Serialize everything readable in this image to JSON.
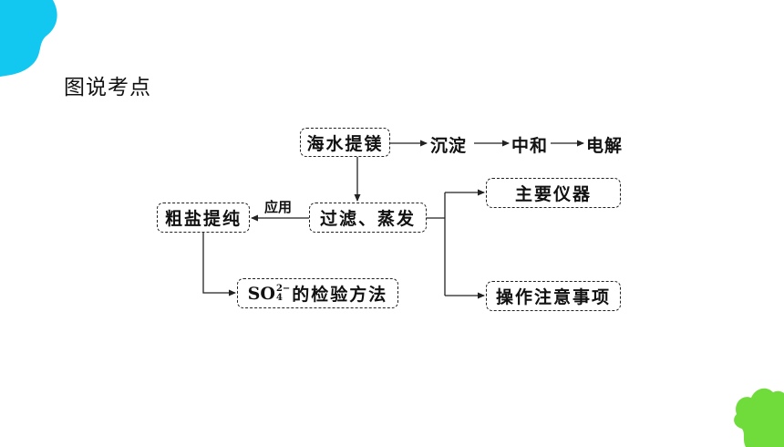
{
  "title": "图说考点",
  "nodes": {
    "haishui": "海水提镁",
    "chendian": "沉淀",
    "zhonghe": "中和",
    "dianjie": "电解",
    "guolv": "过滤、蒸发",
    "cuyan": "粗盐提纯",
    "yiqi": "主要仪器",
    "caozuo": "操作注意事项",
    "so4_main": "SO",
    "so4_sub": "4",
    "so4_sup": "2−",
    "so4_tail": "的检验方法"
  },
  "edge_labels": {
    "yingyong": "应用"
  },
  "colors": {
    "blob_cyan": "#13c8f0",
    "blob_green": "#6fdc3c",
    "line": "#222222"
  }
}
